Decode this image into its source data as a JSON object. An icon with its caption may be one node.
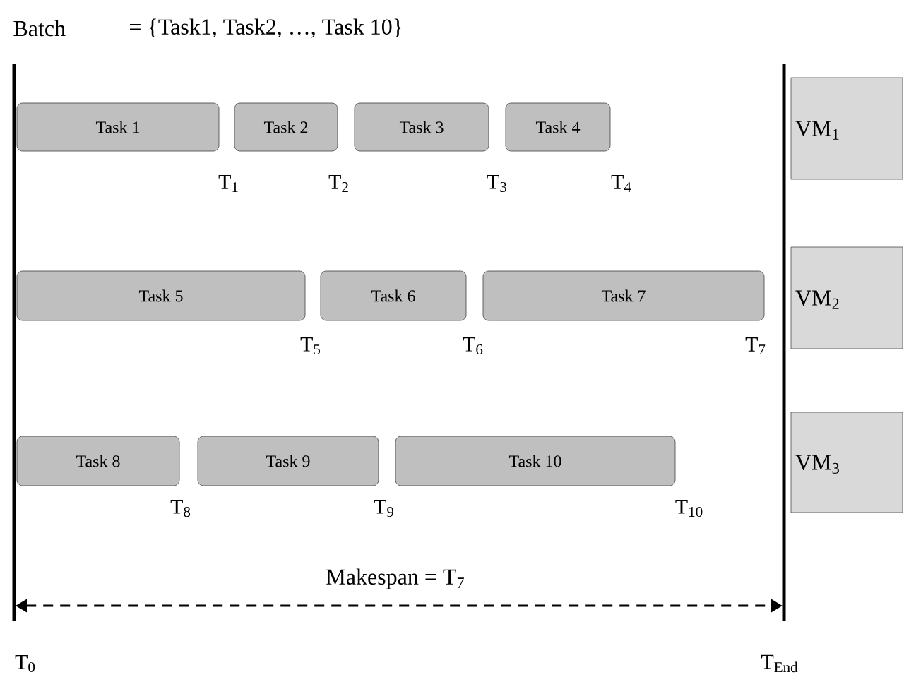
{
  "diagram": {
    "nodes": [
      {
        "text": [
          "Task 1"
        ]
      },
      {
        "text": [
          "Task 2"
        ]
      },
      {
        "text": [
          "Task 3"
        ]
      },
      {
        "text": [
          "Task 4"
        ]
      },
      {
        "text": [
          "VM$_{1}$"
        ]
      },
      {
        "text": [
          "Task 5"
        ]
      },
      {
        "text": [
          "Task 6"
        ]
      },
      {
        "text": [
          "Task 7"
        ]
      },
      {
        "text": [
          "VM$_{2}$"
        ]
      },
      {
        "text": [
          "Task 8"
        ]
      },
      {
        "text": [
          "Task 9"
        ]
      },
      {
        "text": [
          "Task 10"
        ]
      },
      {
        "text": [
          "VM$_{3}$"
        ]
      }
    ],
    "edges": [],
    "labels": [
      "Batch",
      "= {Task1, Task2, …, Task 10}",
      "T$_{1}$",
      "T$_{2}$",
      "T$_{3}$",
      "T$_{4}$",
      "T$_{5}$",
      "T$_{6}$",
      "T$_{7}$",
      "T$_{8}$",
      "T$_{9}$",
      "T$_{10}$",
      "Makespan = T$_{7}$",
      "T$_{0}$",
      "T$_{End}$"
    ]
  }
}
